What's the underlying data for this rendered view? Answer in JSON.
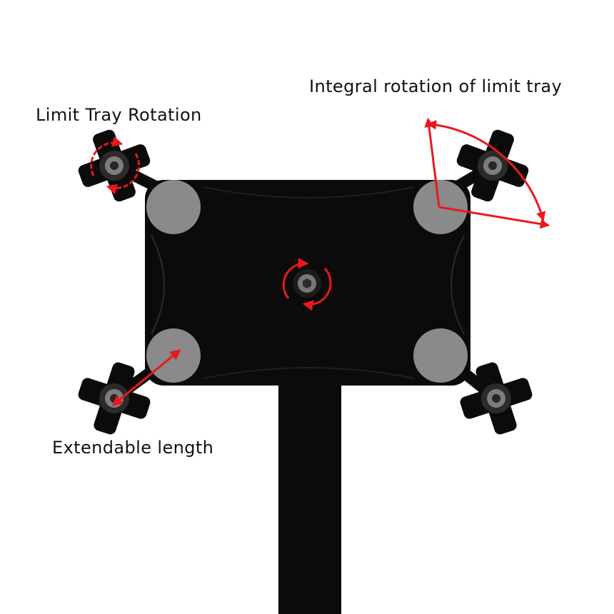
{
  "annotations": {
    "limit_tray_rotation": "Limit Tray Rotation",
    "integral_rotation": "Integral rotation of limit tray",
    "extendable_length": "Extendable length"
  },
  "colors": {
    "background": "#ffffff",
    "product": "#0b0b0b",
    "pad": "#8a8a8a",
    "arrow": "#e8191c",
    "text": "#111111"
  },
  "icons": {
    "rotation_arrow": "circular-arrow-icon",
    "double_arrow": "double-headed-arrow-icon"
  }
}
